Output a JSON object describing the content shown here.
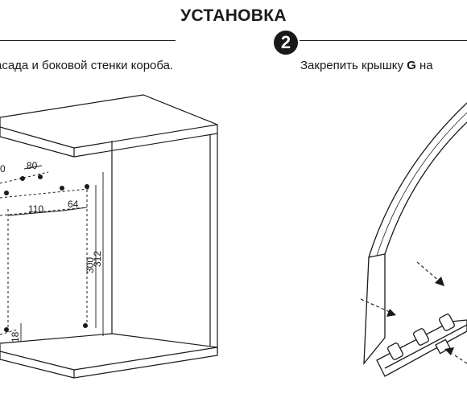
{
  "header": {
    "title": "УСТАНОВКА",
    "step_number": "2"
  },
  "captions": {
    "left": "асада и боковой стенки короба.",
    "right_prefix": "Закрепить крышку ",
    "right_bold": "G",
    "right_suffix": " на"
  },
  "dimensions": {
    "d0": "0",
    "d80": "80",
    "d110": "110",
    "d64": "64",
    "d300": "300",
    "d312": "312",
    "d18": "18"
  }
}
